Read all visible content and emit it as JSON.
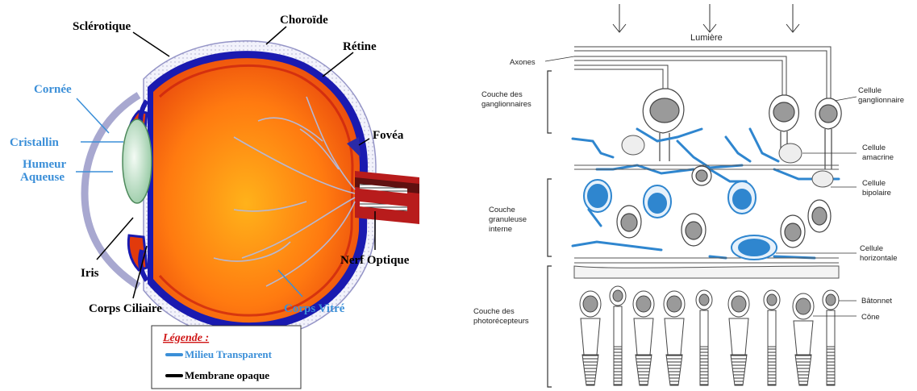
{
  "colors": {
    "transparent_blue": "#3b8fd8",
    "opaque_black": "#000000",
    "legend_red": "#d01818",
    "cell_blue": "#2f86cf",
    "nucleus_gray": "#9a9a9a"
  },
  "eye": {
    "labels": {
      "sclerotique": "Sclérotique",
      "choroide": "Choroïde",
      "retine": "Rétine",
      "cornee": "Cornée",
      "cristallin": "Cristallin",
      "humeur_aqueuse_1": "Humeur",
      "humeur_aqueuse_2": "Aqueuse",
      "fovea": "Fovéa",
      "iris": "Iris",
      "nerf_optique": "Nerf Optique",
      "corps_ciliaire": "Corps Ciliaire",
      "corps_vitre": "Corps Vitré"
    },
    "legend": {
      "title": "Légende :",
      "transparent": "Milieu Transparent",
      "opaque": "Membrane opaque"
    }
  },
  "retina": {
    "labels": {
      "lumiere": "Lumière",
      "axones": "Axones",
      "couche_ganglionnaires_1": "Couche des",
      "couche_ganglionnaires_2": "ganglionnaires",
      "couche_granuleuse_1": "Couche",
      "couche_granuleuse_2": "granuleuse",
      "couche_granuleuse_3": "interne",
      "couche_photorecepteurs_1": "Couche des",
      "couche_photorecepteurs_2": "photorécepteurs",
      "cellule_ganglionnaire_1": "Cellule",
      "cellule_ganglionnaire_2": "ganglionnaire",
      "cellule_amacrine_1": "Cellule",
      "cellule_amacrine_2": "amacrine",
      "cellule_bipolaire_1": "Cellule",
      "cellule_bipolaire_2": "bipolaire",
      "cellule_horizontale_1": "Cellule",
      "cellule_horizontale_2": "horizontale",
      "batonnet": "Bâtonnet",
      "cone": "Cône"
    }
  }
}
